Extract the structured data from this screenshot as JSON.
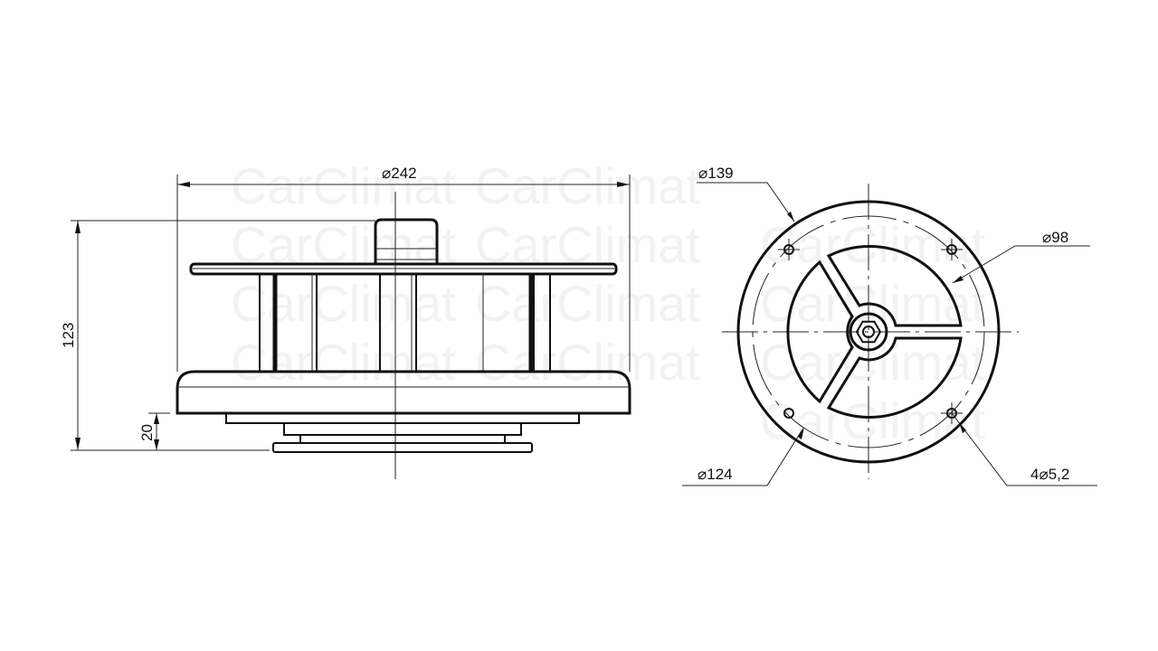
{
  "drawing": {
    "type": "technical-drawing",
    "watermark": "CarClimat",
    "views": {
      "side_view": {
        "dimensions": {
          "overall_diameter": "242",
          "overall_height": "123",
          "flange_height": "20"
        },
        "diameter_symbol": "⌀"
      },
      "top_view": {
        "dimensions": {
          "outer_diameter": "139",
          "bolt_circle_diameter": "124",
          "inner_diameter": "98",
          "holes": "4",
          "hole_diameter": "5,2"
        },
        "diameter_symbol": "⌀"
      }
    },
    "colors": {
      "line": "#111111",
      "background": "#ffffff",
      "watermark": "#f2f2f2"
    }
  },
  "labels": {
    "d242": "⌀242",
    "h123": "123",
    "h20": "20",
    "d139": "⌀139",
    "d98": "⌀98",
    "d124": "⌀124",
    "holes": "4⌀5,2"
  }
}
